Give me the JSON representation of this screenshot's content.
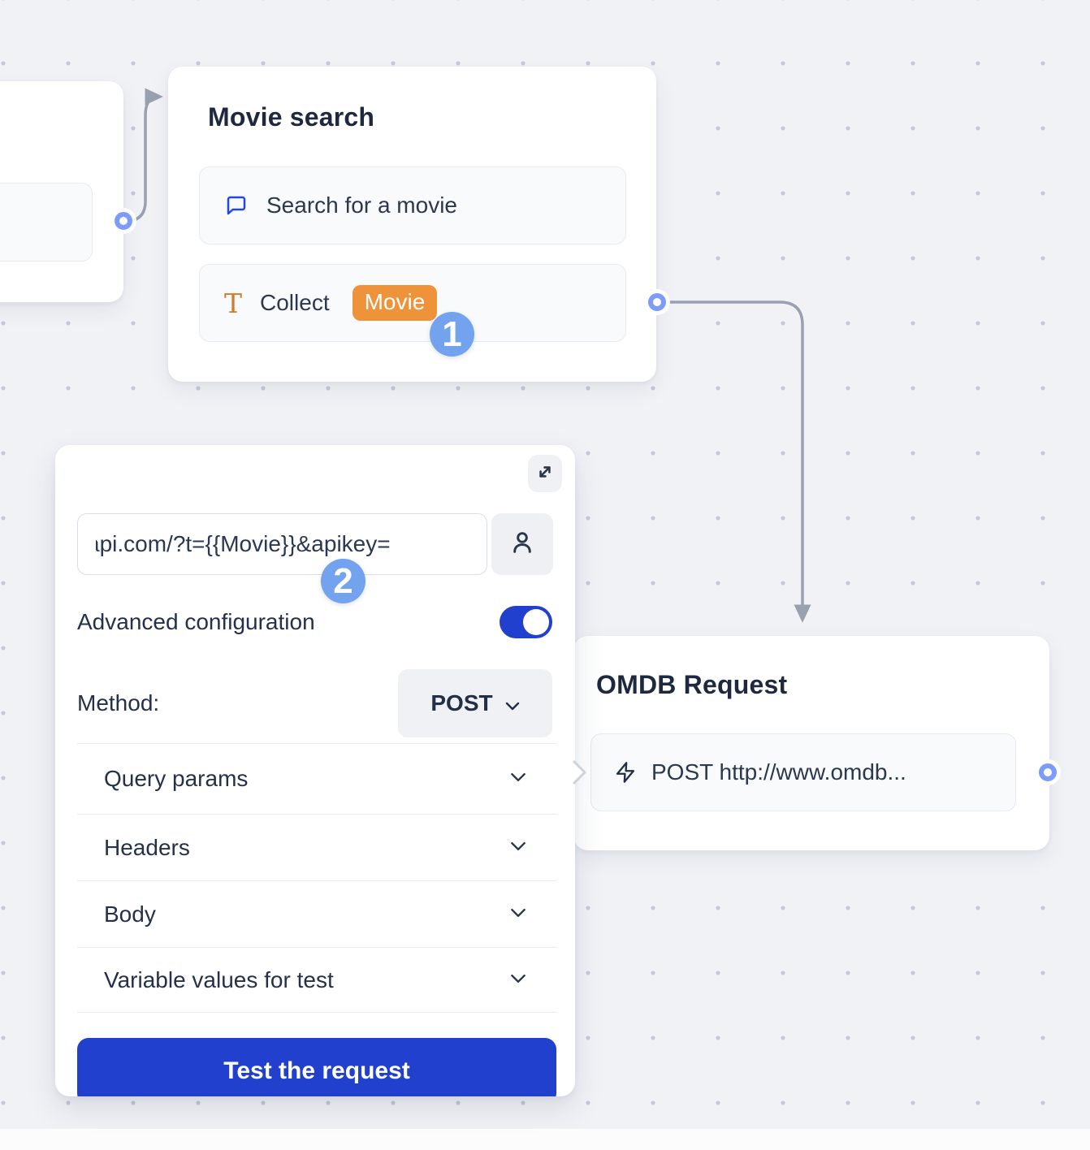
{
  "movie_node": {
    "title": "Movie search",
    "items": [
      {
        "icon": "chat-bubble-icon",
        "label": "Search for a movie"
      },
      {
        "icon": "text-input-icon",
        "label": "Collect",
        "variable": "Movie"
      }
    ]
  },
  "omdb_node": {
    "title": "OMDB Request",
    "items": [
      {
        "icon": "lightning-icon",
        "label": "POST http://www.omdb..."
      }
    ]
  },
  "request_panel": {
    "url_input": {
      "value": "api.com/?t={{Movie}}&apikey="
    },
    "advanced_label": "Advanced configuration",
    "advanced_enabled": true,
    "method_label": "Method:",
    "method_value": "POST",
    "sections": [
      {
        "label": "Query params"
      },
      {
        "label": "Headers"
      },
      {
        "label": "Body"
      },
      {
        "label": "Variable values for test"
      }
    ],
    "test_button_label": "Test the request"
  },
  "step_badges": {
    "collect_step": "1",
    "url_step": "2"
  },
  "colors": {
    "canvas_background": "#f1f2f6",
    "dot_color": "#c2c8d8",
    "connector_gray": "#99a0ae",
    "port_blue": "#7d9bf9",
    "step_badge_blue": "#73a3ee",
    "variable_badge_orange": "#ee9339",
    "text_icon_orange": "#d07c28",
    "chat_icon_blue": "#2446e8",
    "primary_blue": "#2140cd",
    "title_text": "#1e2940"
  }
}
